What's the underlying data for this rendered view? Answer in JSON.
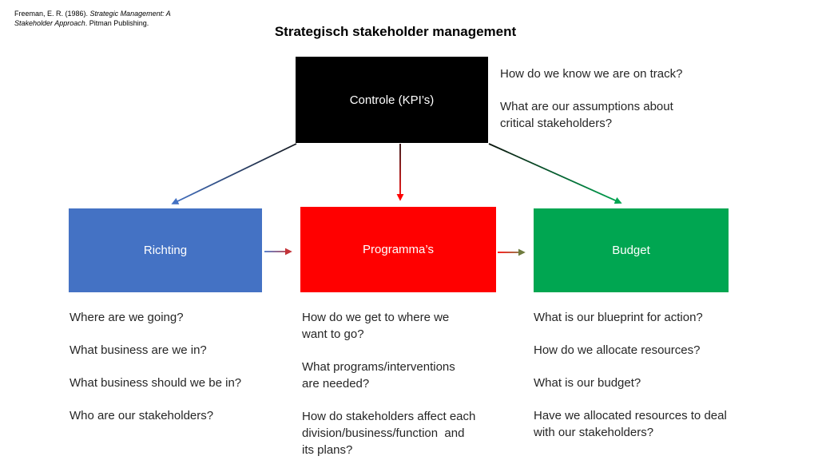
{
  "citation": {
    "l1r": "Freeman, E. R. (1986). ",
    "l1i": "Strategic Management: A",
    "l2i": "Stakeholder Approach",
    "l2r": ". Pitman Publishing."
  },
  "title": "Strategisch stakeholder management",
  "boxes": {
    "controle": {
      "label": "Controle (KPI’s)",
      "fill": "#000000",
      "text_color": "#FFFFFF"
    },
    "richting": {
      "label": "Richting",
      "fill": "#4472C4",
      "text_color": "#FFFFFF"
    },
    "programmas": {
      "label": "Programma’s",
      "fill": "#FF0000",
      "text_color": "#FFFFFF"
    },
    "budget": {
      "label": "Budget",
      "fill": "#00A651",
      "text_color": "#FFFFFF"
    }
  },
  "questions": {
    "controle": [
      [
        "How do we know we are on track?"
      ],
      [
        "What are our assumptions about",
        "critical stakeholders?"
      ]
    ],
    "richting": [
      [
        "Where are we going?"
      ],
      [
        "What business are we in?"
      ],
      [
        "What business should we be in?"
      ],
      [
        "Who are our stakeholders?"
      ]
    ],
    "programmas": [
      [
        "How do we get to where we",
        "want to go?"
      ],
      [
        "What programs/interventions",
        "are needed?"
      ],
      [
        "How do stakeholders affect each",
        "division/business/function  and",
        "its plans?"
      ]
    ],
    "budget": [
      [
        "What is our blueprint for action?"
      ],
      [
        "How do we allocate resources?"
      ],
      [
        "What is our budget?"
      ],
      [
        "Have we allocated resources to deal",
        "with our stakeholders?"
      ]
    ]
  },
  "arrows": [
    {
      "name": "controle-to-richting",
      "from": "controle",
      "to": "richting",
      "color_start": "#15191F",
      "color_end": "#4472C4"
    },
    {
      "name": "controle-to-programmas",
      "from": "controle",
      "to": "programmas",
      "color_start": "#2B0808",
      "color_end": "#FF0000"
    },
    {
      "name": "controle-to-budget",
      "from": "controle",
      "to": "budget",
      "color_start": "#0B130C",
      "color_end": "#00A651"
    },
    {
      "name": "richting-to-programmas",
      "from": "richting",
      "to": "programmas",
      "color_start": "#4472C4",
      "color_end": "#C43338"
    },
    {
      "name": "programmas-to-budget",
      "from": "programmas",
      "to": "budget",
      "color_start": "#FF0000",
      "color_end": "#6F7B3E"
    }
  ]
}
